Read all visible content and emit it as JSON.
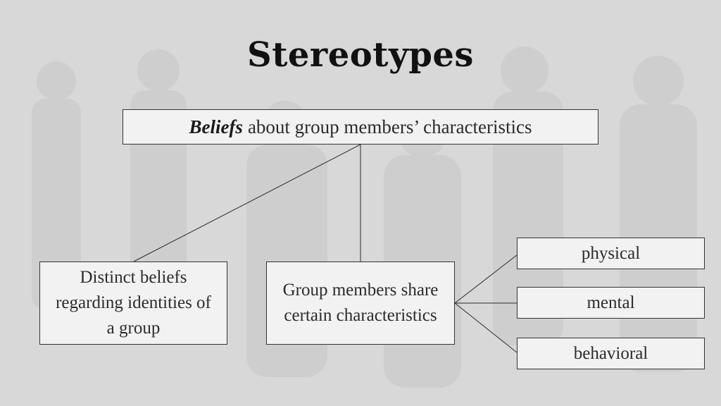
{
  "title": "Stereotypes",
  "root": {
    "bold_word": "Beliefs",
    "rest": "about group members’ characteristics"
  },
  "children": [
    "Distinct beliefs regarding identities of a group",
    "Group members share certain characteristics"
  ],
  "characteristics": [
    "physical",
    "mental",
    "behavioral"
  ],
  "colors": {
    "background": "#d8d8d8",
    "box_fill": "#f2f2f2",
    "box_border": "#333333",
    "silhouette": "#cbcbcb"
  }
}
